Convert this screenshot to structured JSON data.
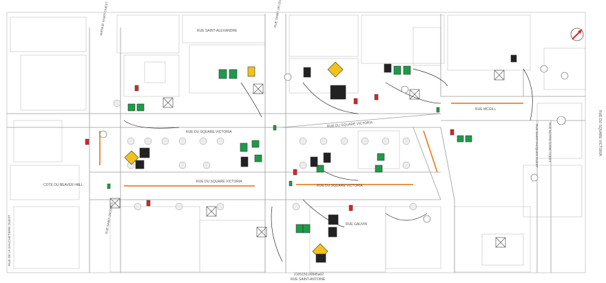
{
  "drawing": {
    "sheet_number": "2105150,00845a02",
    "street_labels": {
      "saint_alexandre": "RUE SAINT-ALEXANDRE",
      "saint_antoine": "RUE SAINT-ANTOINE",
      "square_victoria_upper": "RUE DU SQUARE VICTORIA",
      "square_victoria_lower": "RUE DU SQUARE VICTORIA",
      "square_victoria_diag": "RUE DU SQUARE VICTORIA",
      "square_victoria_east": "RUE DU SQUARE VICTORIA",
      "mcgill": "RUE MCGILL",
      "gauvin": "RUE GAUVIN",
      "beaver_hall": "COTE DU BEAVER HALL",
      "viger_ouest_top": "AVENUE VIGER OUEST",
      "saint_jacques_top": "RUE SAINT-JACQUES OUEST",
      "notre_dame_right": "RUE NOTRE-DAME OUEST",
      "saint_jacques_right": "RUE SAINT-JACQUES OUEST",
      "saint_jacques_bottom": "RUE SAINT-JACQUES",
      "viger_left": "RUE DE LA GAUCHETIERE OUEST",
      "side_label": "RUE DU SQUARE VICTORIA"
    }
  },
  "colors": {
    "road_line": "#9a9a9a",
    "building": "#c8c8c8",
    "orange_line": "#e8832a",
    "green_sign": "#1f9a4a",
    "yellow_sign": "#f2c21a",
    "red_signal": "#d8262a",
    "callout": "#2a2a2a"
  }
}
